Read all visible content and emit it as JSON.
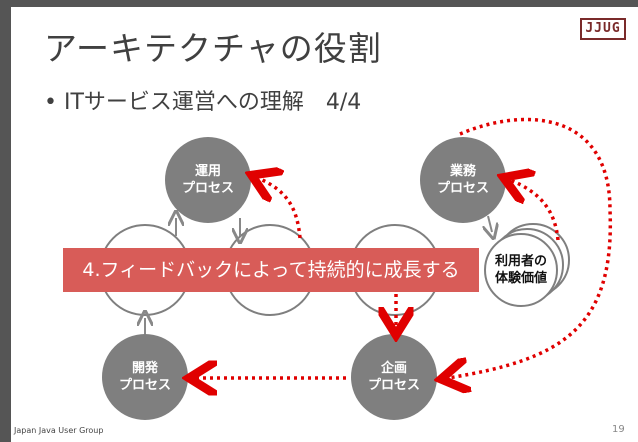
{
  "slide": {
    "title": "アーキテクチャの役割",
    "bullet": "• ITサービス運営への理解　4/4",
    "logo_text": "JJUG",
    "footer": "Japan Java User Group",
    "page_number": "19"
  },
  "diagram": {
    "nodes": {
      "ops_line1": "運用",
      "ops_line2": "プロセス",
      "biz_line1": "業務",
      "biz_line2": "プロセス",
      "dev_line1": "開発",
      "dev_line2": "プロセス",
      "plan_line1": "企画",
      "plan_line2": "プロセス",
      "ux_line1": "利用者の",
      "ux_line2": "体験価値"
    },
    "banner": "4.フィードバックによって持続的に成長する"
  },
  "colors": {
    "dark_node": "#7f7f7f",
    "dashed_arrow": "#e00000",
    "banner": "#d85c58",
    "frame": "#555555"
  }
}
